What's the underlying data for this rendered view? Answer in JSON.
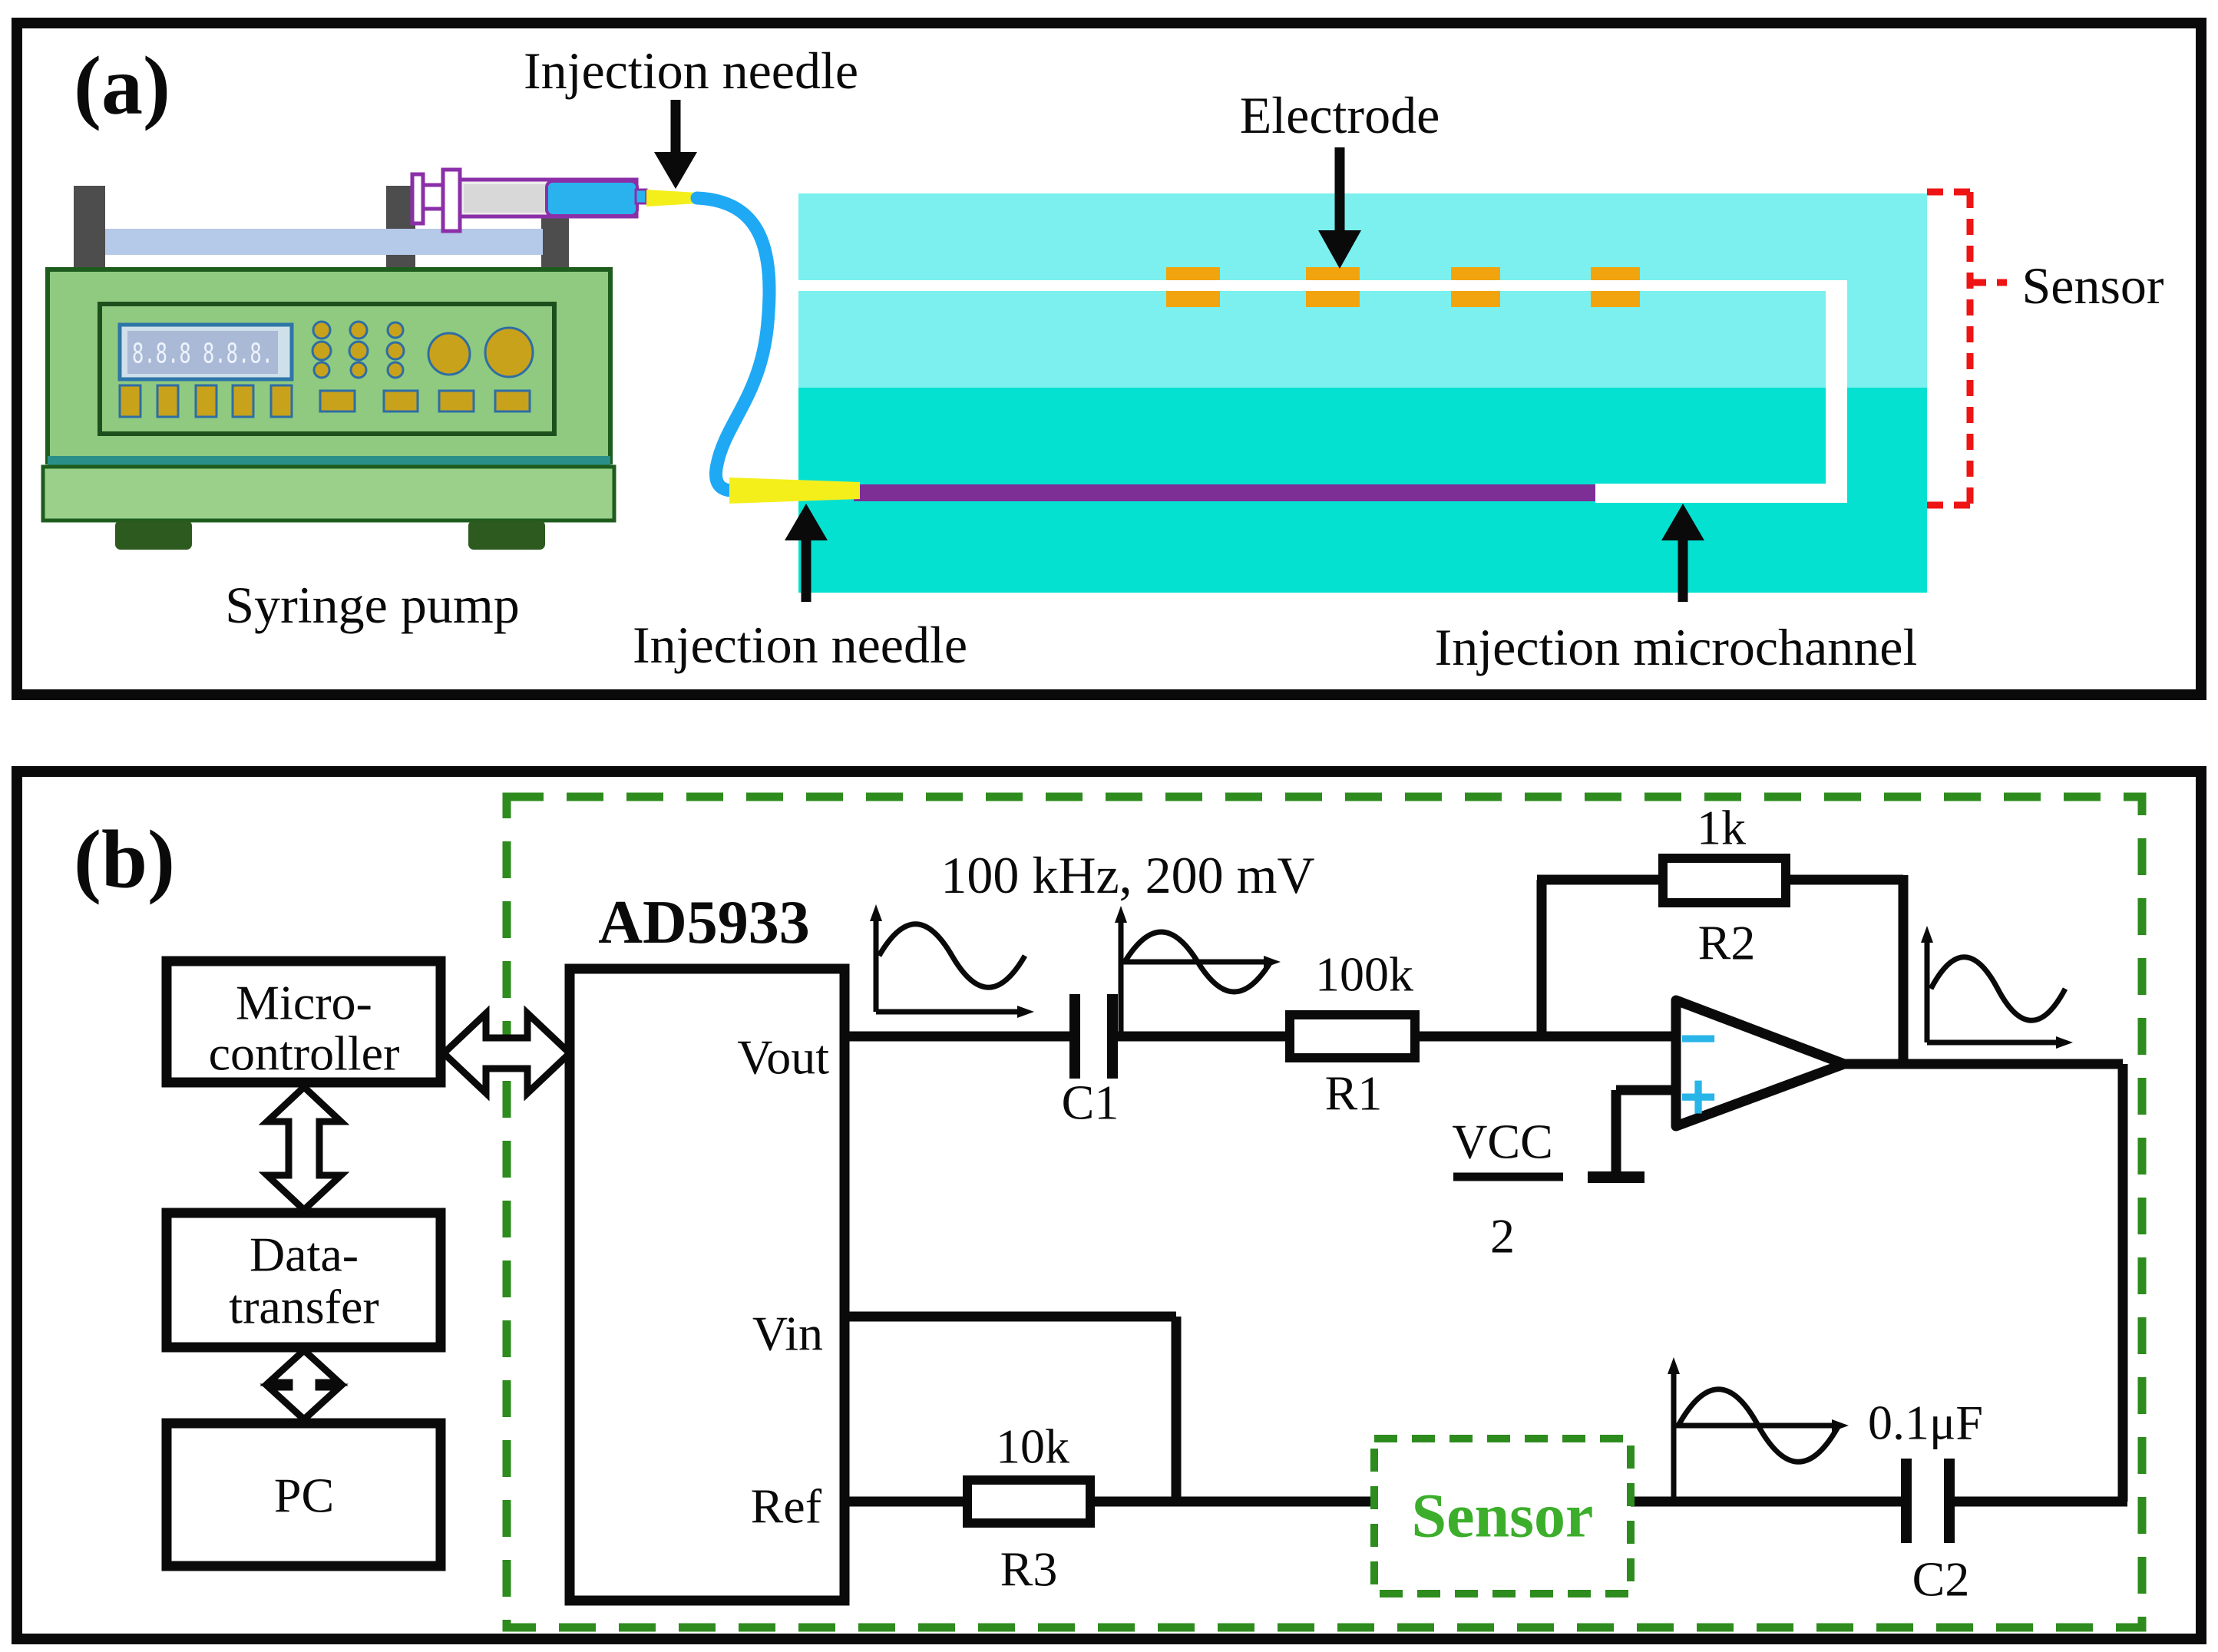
{
  "figure": {
    "panel_a": {
      "tag": "(a)",
      "labels": {
        "injection_needle_top": "Injection needle",
        "electrode": "Electrode",
        "sensor": "Sensor",
        "syringe_pump": "Syringe pump",
        "injection_needle_bottom": "Injection needle",
        "injection_microchannel": "Injection microchannel"
      },
      "pump_display_digits": "8.8.8 8.8.8.",
      "colors": {
        "chip_top_layer": "#7bf0ee",
        "chip_bottom_layer": "#05e1d1",
        "electrode": "#f2a40e",
        "injection_microchannel": "#7d2f96",
        "needle_yellow": "#f4ef1b",
        "tubing_blue": "#1fa9f5",
        "pump_green": "#8fca80",
        "sensor_bracket_red": "#ee1414"
      }
    },
    "panel_b": {
      "tag": "(b)",
      "blocks": {
        "microcontroller_line1": "Micro-",
        "microcontroller_line2": "controller",
        "data_transfer_line1": "Data-",
        "data_transfer_line2": "transfer",
        "pc": "PC",
        "ad5933": "AD5933"
      },
      "pins": {
        "vout": "Vout",
        "vin": "Vin",
        "ref": "Ref"
      },
      "components": {
        "c1": "C1",
        "r1": "R1",
        "r1_value": "100k",
        "r2": "R2",
        "r2_value": "1k",
        "r3": "R3",
        "r3_value": "10k",
        "c2": "C2",
        "c2_value": "0.1μF",
        "sensor": "Sensor"
      },
      "annotations": {
        "excitation_signal": "100 kHz, 200 mV",
        "vcc": "VCC",
        "vcc_denominator": "2",
        "opamp_minus": "−",
        "opamp_plus": "+"
      },
      "colors": {
        "dashed_boundary_green": "#2e8b1e",
        "sensor_text_green": "#3cae2b",
        "opamp_sign_cyan": "#29b5e8"
      }
    }
  }
}
